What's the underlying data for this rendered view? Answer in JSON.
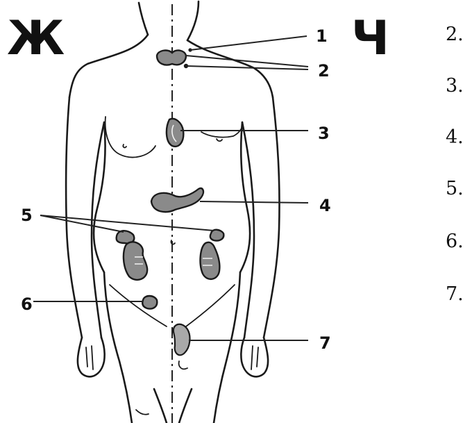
{
  "gender_labels": {
    "female": "Ж",
    "male": "Ч"
  },
  "callouts": [
    "1",
    "2",
    "3",
    "4",
    "5",
    "6",
    "7"
  ],
  "answer_list": [
    "2.",
    "3.",
    "4.",
    "5.",
    "6.",
    "7."
  ]
}
